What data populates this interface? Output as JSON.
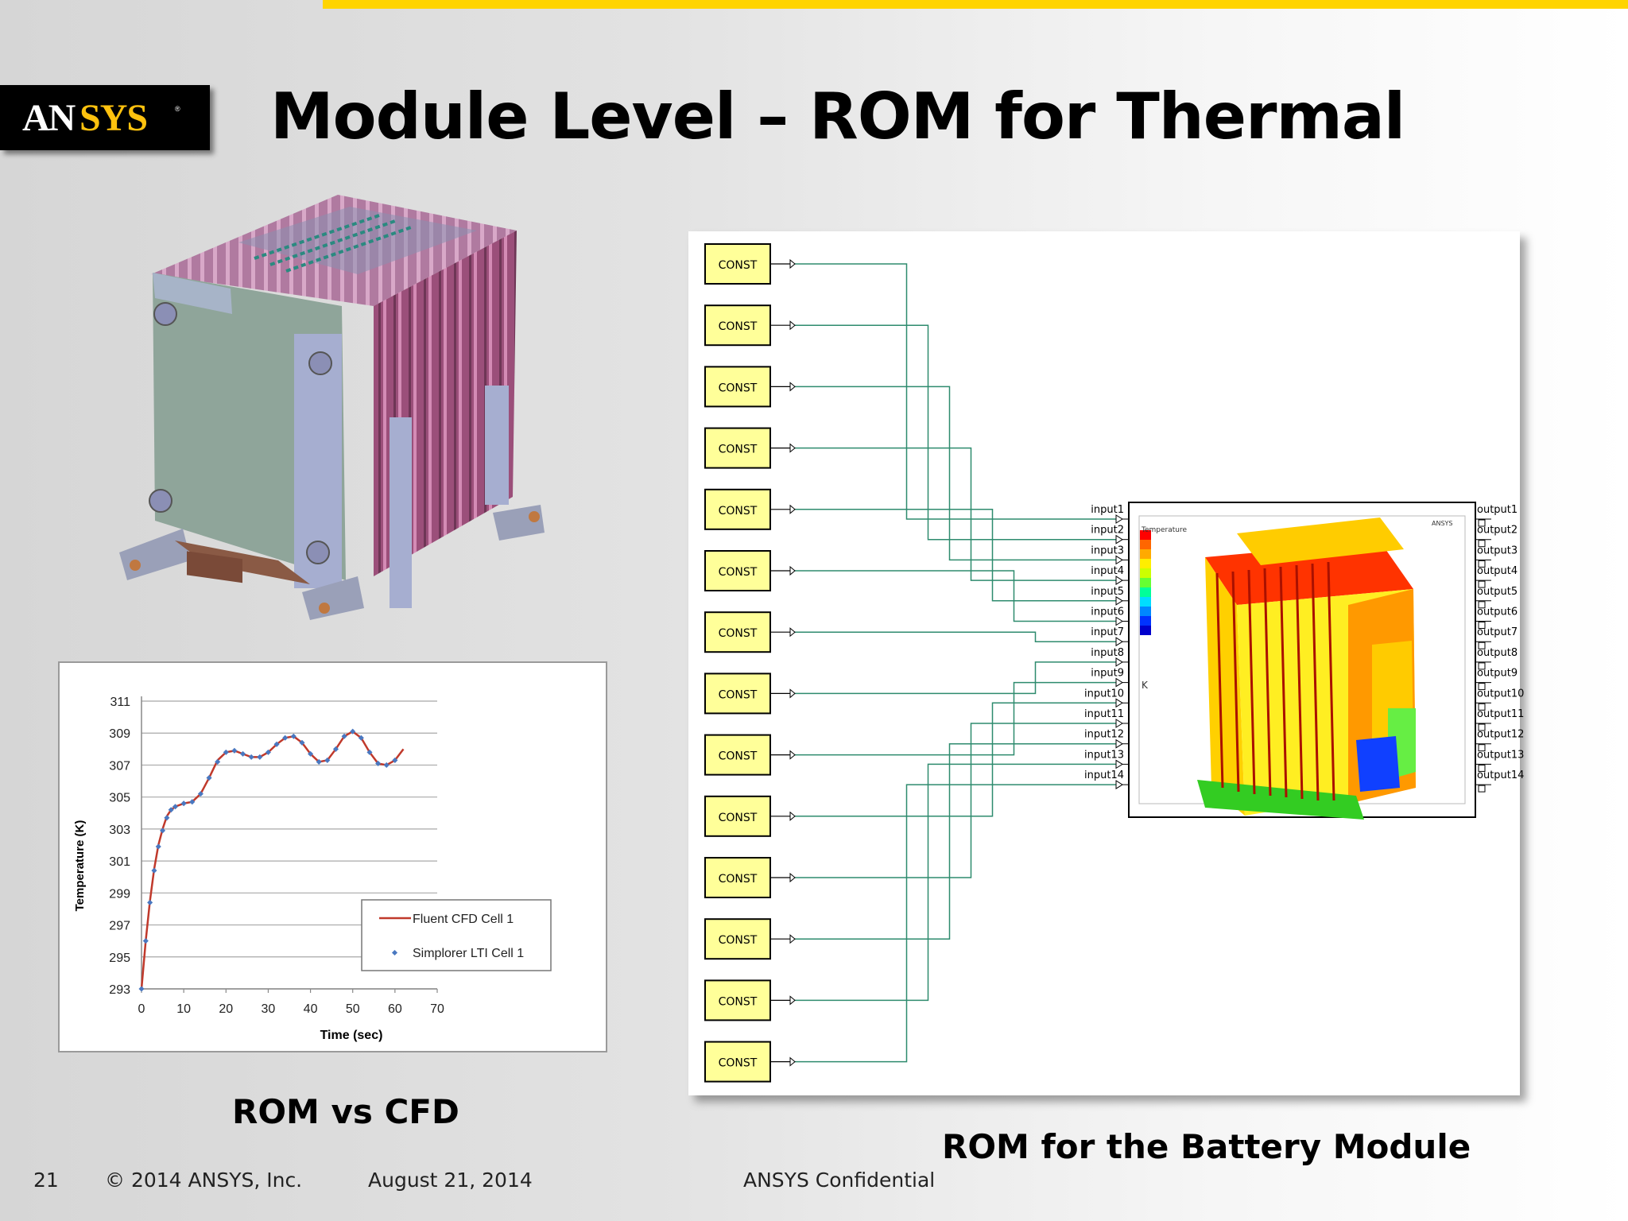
{
  "header": {
    "logo_text": "ANSYS",
    "title": "Module Level – ROM for Thermal"
  },
  "captions": {
    "left": "ROM vs CFD",
    "right": "ROM for the Battery Module"
  },
  "footer": {
    "page_number": "21",
    "copyright": "© 2014 ANSYS, Inc.",
    "date": "August 21, 2014",
    "confidential": "ANSYS Confidential"
  },
  "chart_data": {
    "type": "line",
    "title": "",
    "xlabel": "Time (sec)",
    "ylabel": "Temperature (K)",
    "xlim": [
      0,
      70
    ],
    "ylim": [
      293,
      311
    ],
    "x_ticks": [
      0,
      10,
      20,
      30,
      40,
      50,
      60,
      70
    ],
    "y_ticks": [
      293,
      295,
      297,
      299,
      301,
      303,
      305,
      307,
      309,
      311
    ],
    "grid": "horizontal",
    "legend_position": "lower-right",
    "series": [
      {
        "name": "Fluent CFD Cell 1",
        "style": "line",
        "color": "#c0392b",
        "x": [
          0,
          1,
          2,
          3,
          4,
          5,
          6,
          7,
          8,
          10,
          12,
          14,
          16,
          18,
          20,
          22,
          24,
          26,
          28,
          30,
          32,
          34,
          36,
          38,
          40,
          42,
          44,
          46,
          48,
          50,
          52,
          54,
          56,
          58,
          60,
          62
        ],
        "y": [
          293,
          296,
          298.5,
          300.5,
          302,
          303,
          303.8,
          304.2,
          304.4,
          304.6,
          304.7,
          305.2,
          306.2,
          307.3,
          307.8,
          307.9,
          307.7,
          307.5,
          307.5,
          307.8,
          308.3,
          308.7,
          308.8,
          308.4,
          307.7,
          307.2,
          307.3,
          308,
          308.8,
          309.1,
          308.7,
          307.8,
          307.1,
          307,
          307.3,
          308
        ]
      },
      {
        "name": "Simplorer LTI Cell 1",
        "style": "markers",
        "color": "#4a78c0",
        "x": [
          0,
          1,
          2,
          3,
          4,
          5,
          6,
          7,
          8,
          10,
          12,
          14,
          16,
          18,
          20,
          22,
          24,
          26,
          28,
          30,
          32,
          34,
          36,
          38,
          40,
          42,
          44,
          46,
          48,
          50,
          52,
          54,
          56,
          58,
          60
        ],
        "y": [
          293,
          296,
          298.4,
          300.4,
          301.9,
          302.9,
          303.7,
          304.2,
          304.4,
          304.6,
          304.7,
          305.2,
          306.2,
          307.2,
          307.8,
          307.9,
          307.7,
          307.5,
          307.5,
          307.8,
          308.3,
          308.7,
          308.8,
          308.4,
          307.7,
          307.2,
          307.3,
          308,
          308.8,
          309.1,
          308.7,
          307.8,
          307.1,
          307,
          307.3
        ]
      }
    ]
  },
  "schematic": {
    "const_label": "CONST",
    "const_count": 14,
    "inputs": [
      "input1",
      "input2",
      "input3",
      "input4",
      "input5",
      "input6",
      "input7",
      "input8",
      "input9",
      "input10",
      "input11",
      "input12",
      "input13",
      "input14"
    ],
    "outputs": [
      "output1",
      "output2",
      "output3",
      "output4",
      "output5",
      "output6",
      "output7",
      "output8",
      "output9",
      "output10",
      "output11",
      "output12",
      "output13",
      "output14"
    ],
    "wire_color": "#2e8b6e",
    "const_fill": "#ffff99"
  }
}
